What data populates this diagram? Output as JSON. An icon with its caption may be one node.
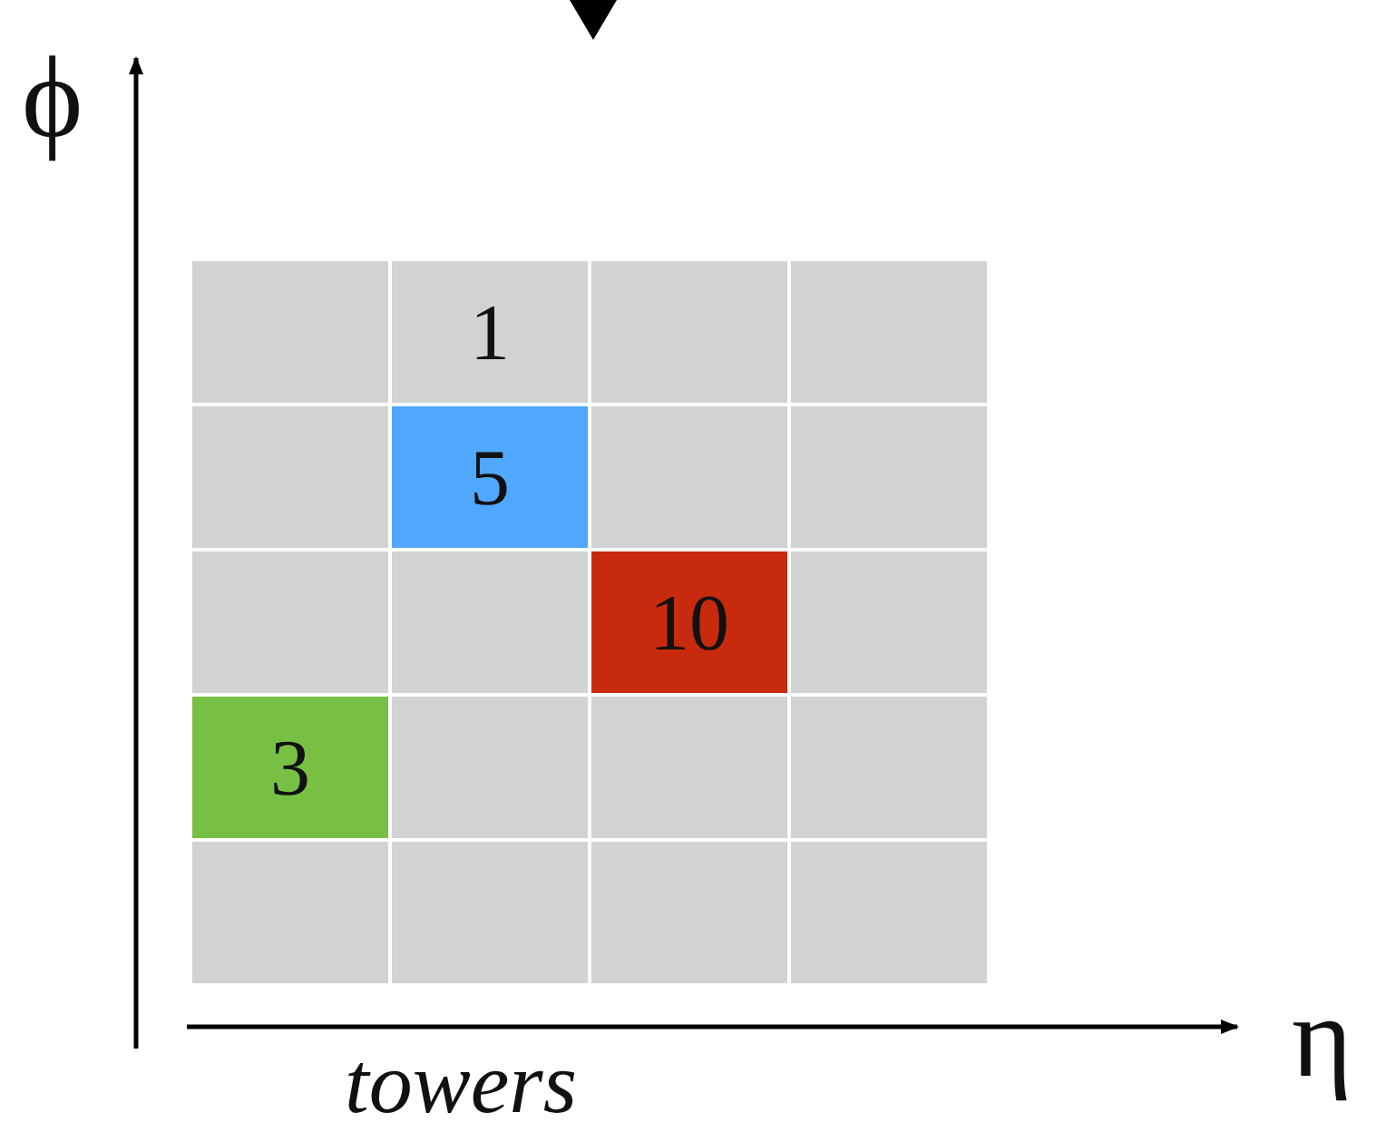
{
  "diagram": {
    "nodes": [
      {
        "text": [],
        "shape": "box"
      },
      {
        "text": [
          "1"
        ]
      },
      {
        "text": [],
        "shape": "box"
      },
      {
        "text": [],
        "shape": "box"
      },
      {
        "text": [],
        "shape": "box"
      },
      {
        "text": [
          "5"
        ]
      },
      {
        "text": [],
        "shape": "box"
      },
      {
        "text": [],
        "shape": "box"
      },
      {
        "text": [],
        "shape": "box"
      },
      {
        "text": [],
        "shape": "box"
      },
      {
        "text": [
          "10"
        ]
      },
      {
        "text": [],
        "shape": "box"
      },
      {
        "text": [
          "3"
        ]
      },
      {
        "text": [],
        "shape": "box"
      },
      {
        "text": [],
        "shape": "box"
      },
      {
        "text": [],
        "shape": "box"
      },
      {
        "text": [],
        "shape": "box"
      },
      {
        "text": [],
        "shape": "box"
      },
      {
        "text": [],
        "shape": "box"
      },
      {
        "text": [],
        "shape": "box"
      }
    ],
    "labels": [
      "ϕ",
      "η",
      "towers"
    ]
  }
}
